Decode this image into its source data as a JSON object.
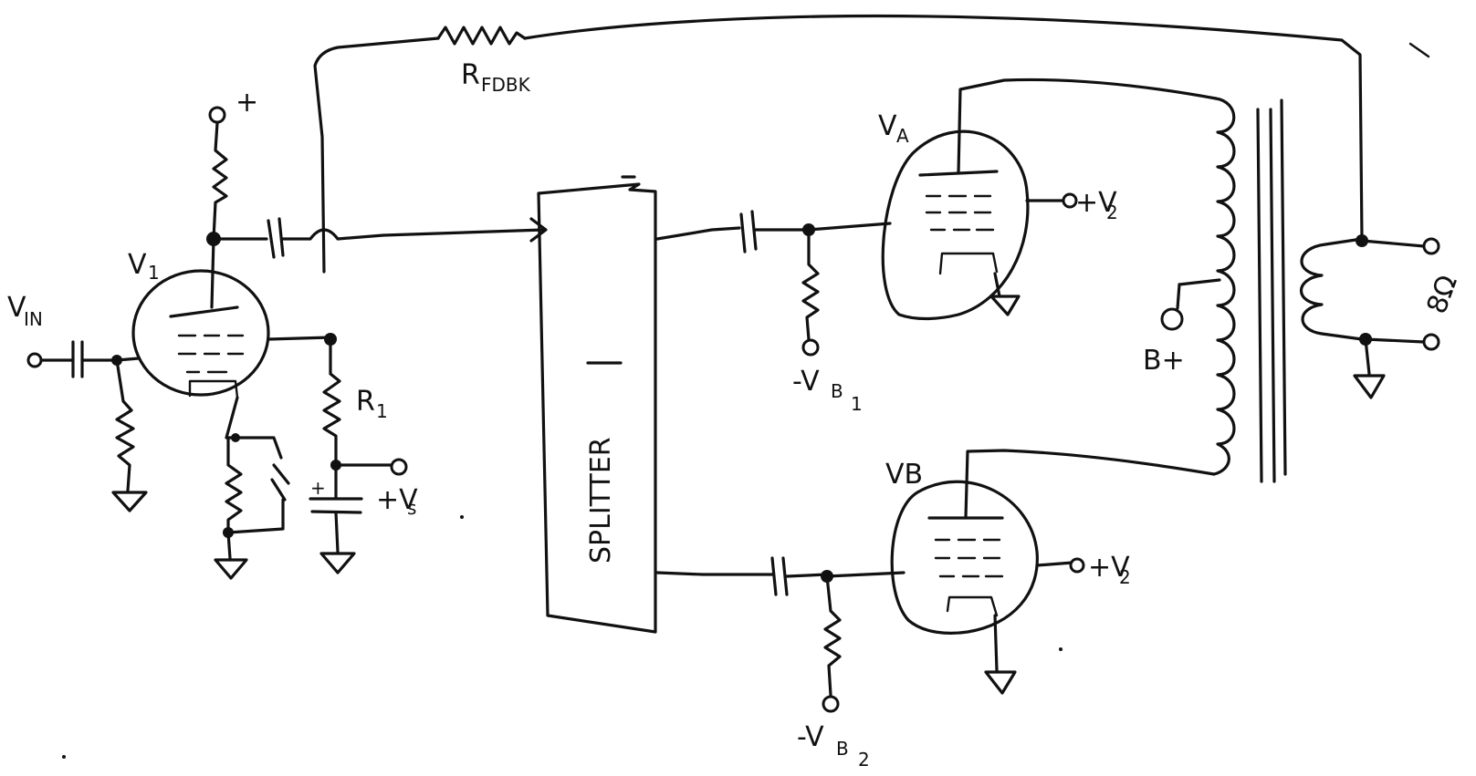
{
  "labels": {
    "r_fdbk_main": "R",
    "r_fdbk_sub": "FDBK",
    "v1_main": "V",
    "v1_sub": "1",
    "vin_main": "V",
    "vin_sub": "IN",
    "plus": "+",
    "r1_main": "R",
    "r1_sub": "1",
    "vs": "+V",
    "vs_sub": "s",
    "cap_plus": "+",
    "splitter": "SPLITTER",
    "va_main": "V",
    "va_sub": "A",
    "vb": "VB",
    "v2_top": "+V",
    "v2_top_sub": "2",
    "v2_bot": "+V",
    "v2_bot_sub": "2",
    "vb1_main": "-V",
    "vb1_sub1": "B",
    "vb1_sub2": "1",
    "vb2_main": "-V",
    "vb2_sub1": "B",
    "vb2_sub2": "2",
    "bplus": "B+",
    "ohms": "8Ω"
  }
}
